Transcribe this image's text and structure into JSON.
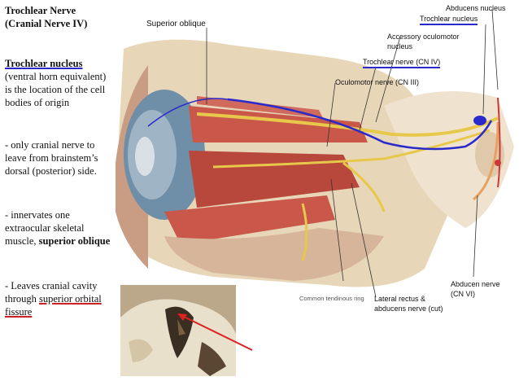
{
  "left_panel": {
    "title": "Trochlear Nerve (Cranial Nerve IV)",
    "nucleus_heading": "Trochlear nucleus",
    "nucleus_desc": "(ventral horn equivalent) is the location of the cell bodies of origin",
    "point1": "- only cranial nerve to leave from brainstem’s dorsal (posterior) side.",
    "point2_a": "- innervates one extraocular skeletal muscle, ",
    "point2_b": "superior oblique",
    "point3_a": "- Leaves cranial cavity through ",
    "point3_b": "superior orbital fissure"
  },
  "illustration_labels": {
    "superior_oblique": "Superior oblique",
    "abducens_nucleus": "Abducens nucleus",
    "trochlear_nucleus": "Trochlear nucleus",
    "accessory_oculomotor_1": "Accessory oculomotor",
    "accessory_oculomotor_2": "nucleus",
    "trochlear_nerve": "Trochlear nerve (CN IV)",
    "oculomotor_nerve": "Oculomotor nerve (CN III)",
    "common_tendinous_ring": "Common tendinous ring",
    "lateral_rectus_1": "Lateral rectus &",
    "lateral_rectus_2": "abducens nerve (cut)",
    "abducen_nerve_1": "Abducen nerve",
    "abducen_nerve_2": "(CN VI)"
  },
  "colors": {
    "nerve_highlight": "#2a2acc",
    "pointer": "#dd2222",
    "muscle": "#c9574a",
    "nerve_yellow": "#e8c84a"
  }
}
